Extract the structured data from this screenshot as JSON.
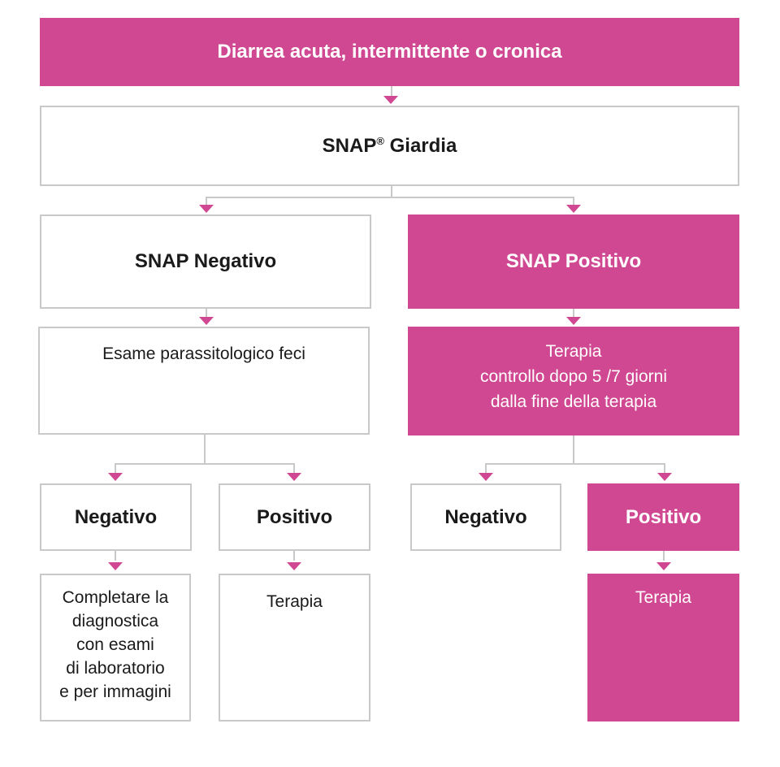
{
  "diagram": {
    "top": {
      "label": "Diarrea acuta, intermittente o cronica"
    },
    "test": {
      "label": "SNAP",
      "superscript": "®",
      "label_suffix": " Giardia"
    },
    "left": {
      "result": {
        "label": "SNAP Negativo"
      },
      "next": {
        "label": "Esame parassitologico feci"
      },
      "negative": {
        "label": "Negativo"
      },
      "positive": {
        "label": "Positivo"
      },
      "negative_action": {
        "lines": [
          "Completare la",
          "diagnostica",
          "con esami",
          "di laboratorio",
          "e per immagini"
        ]
      },
      "positive_action": {
        "label": "Terapia"
      }
    },
    "right": {
      "result": {
        "label": "SNAP Positivo"
      },
      "next": {
        "lines": [
          "Terapia",
          "controllo dopo 5 /7 giorni",
          "dalla fine della terapia"
        ]
      },
      "negative": {
        "label": "Negativo"
      },
      "positive": {
        "label": "Positivo"
      },
      "positive_action": {
        "label": "Terapia"
      }
    }
  },
  "colors": {
    "accent": "#d04891",
    "border": "#c9c9c9",
    "text_dark": "#1a1a1a",
    "text_light": "#ffffff"
  }
}
